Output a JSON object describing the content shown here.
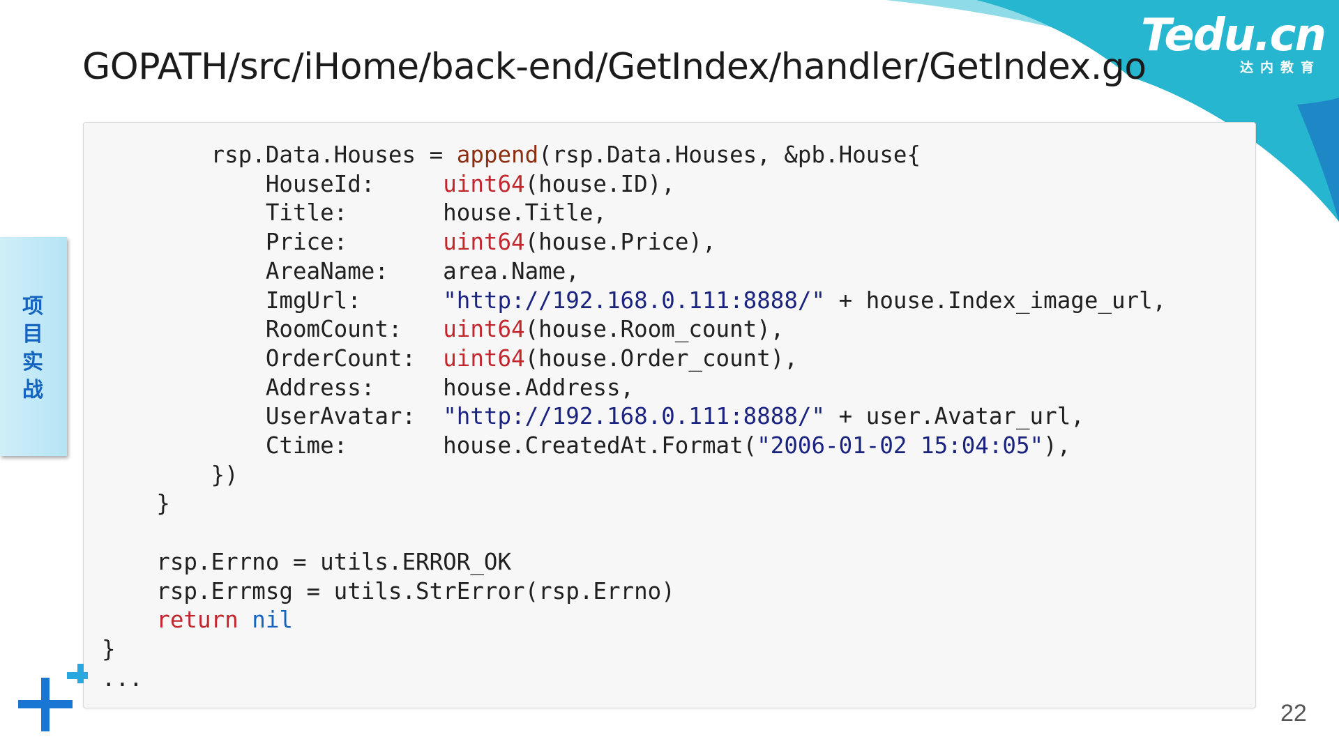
{
  "slide": {
    "title": "GOPATH/src/iHome/back-end/GetIndex/handler/GetIndex.go",
    "side_label": "项目实战",
    "page_number": "22"
  },
  "logo": {
    "main": "Tedu.cn",
    "sub": "达内教育"
  },
  "colors": {
    "brand_teal": "#2bbad1",
    "brand_blue": "#1565c0",
    "keyword_red": "#c1272d",
    "string_blue": "#1a237e"
  },
  "code": [
    {
      "indent": "        ",
      "tokens": [
        {
          "t": "rsp.Data.Houses = "
        },
        {
          "t": "append",
          "c": "fn"
        },
        {
          "t": "(rsp.Data.Houses, &pb.House{"
        }
      ]
    },
    {
      "indent": "            ",
      "tokens": [
        {
          "t": "HouseId:     "
        },
        {
          "t": "uint64",
          "c": "kw-red"
        },
        {
          "t": "(house.ID),"
        }
      ]
    },
    {
      "indent": "            ",
      "tokens": [
        {
          "t": "Title:       house.Title,"
        }
      ]
    },
    {
      "indent": "            ",
      "tokens": [
        {
          "t": "Price:       "
        },
        {
          "t": "uint64",
          "c": "kw-red"
        },
        {
          "t": "(house.Price),"
        }
      ]
    },
    {
      "indent": "            ",
      "tokens": [
        {
          "t": "AreaName:    area.Name,"
        }
      ]
    },
    {
      "indent": "            ",
      "tokens": [
        {
          "t": "ImgUrl:      "
        },
        {
          "t": "\"http://192.168.0.111:8888/\"",
          "c": "str"
        },
        {
          "t": " + house.Index_image_url,"
        }
      ]
    },
    {
      "indent": "            ",
      "tokens": [
        {
          "t": "RoomCount:   "
        },
        {
          "t": "uint64",
          "c": "kw-red"
        },
        {
          "t": "(house.Room_count),"
        }
      ]
    },
    {
      "indent": "            ",
      "tokens": [
        {
          "t": "OrderCount:  "
        },
        {
          "t": "uint64",
          "c": "kw-red"
        },
        {
          "t": "(house.Order_count),"
        }
      ]
    },
    {
      "indent": "            ",
      "tokens": [
        {
          "t": "Address:     house.Address,"
        }
      ]
    },
    {
      "indent": "            ",
      "tokens": [
        {
          "t": "UserAvatar:  "
        },
        {
          "t": "\"http://192.168.0.111:8888/\"",
          "c": "str"
        },
        {
          "t": " + user.Avatar_url,"
        }
      ]
    },
    {
      "indent": "            ",
      "tokens": [
        {
          "t": "Ctime:       house.CreatedAt.Format("
        },
        {
          "t": "\"2006-01-02 15:04:05\"",
          "c": "str"
        },
        {
          "t": "),"
        }
      ]
    },
    {
      "indent": "        ",
      "tokens": [
        {
          "t": "})"
        }
      ]
    },
    {
      "indent": "    ",
      "tokens": [
        {
          "t": "}"
        }
      ]
    },
    {
      "indent": "",
      "tokens": []
    },
    {
      "indent": "    ",
      "tokens": [
        {
          "t": "rsp.Errno = utils.ERROR_OK"
        }
      ]
    },
    {
      "indent": "    ",
      "tokens": [
        {
          "t": "rsp.Errmsg = utils.StrError(rsp.Errno)"
        }
      ]
    },
    {
      "indent": "    ",
      "tokens": [
        {
          "t": "return",
          "c": "kw-red"
        },
        {
          "t": " "
        },
        {
          "t": "nil",
          "c": "nil"
        }
      ]
    },
    {
      "indent": "",
      "tokens": [
        {
          "t": "}"
        }
      ]
    },
    {
      "indent": "",
      "tokens": [
        {
          "t": "..."
        }
      ]
    }
  ]
}
